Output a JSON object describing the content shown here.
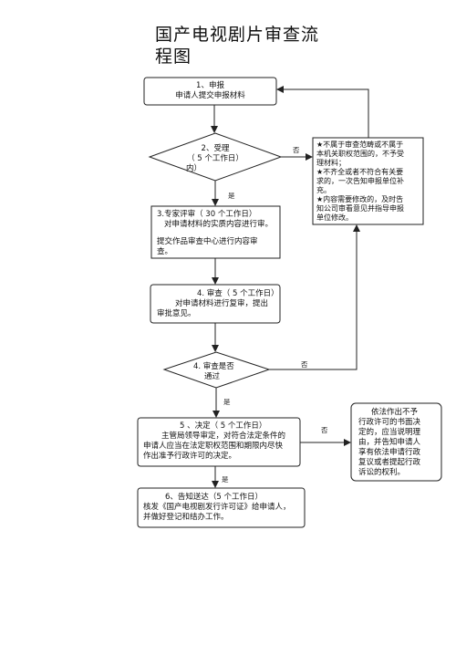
{
  "title": "国产电视剧片审查流程图",
  "steps": {
    "s1": {
      "lines": [
        "1、申报",
        "申请人提交申报材料"
      ]
    },
    "s2": {
      "lines": [
        "2、受理",
        "（ 5 个工作日）",
        "内）"
      ]
    },
    "s3": {
      "lines": [
        "3.专家评审（ 30 个工作日）",
        "对申请材料的实质内容进行审。",
        "",
        "提交作品审查中心进行内容审",
        "查。"
      ]
    },
    "s4": {
      "lines": [
        "4. 审查（ 5 个工作日）",
        "对申请材料进行复审，提出",
        "审批意见。"
      ]
    },
    "s5": {
      "lines": [
        "4. 审查是否",
        "通过"
      ]
    },
    "s6": {
      "lines": [
        "5 、决定（ 5 个工作日）",
        "主管局领导审定，对符合法定条件的",
        "申请人应当在法定职权范围和期限内尽快",
        "作出准予行政许可的决定。"
      ]
    },
    "s7": {
      "lines": [
        "6、告知送达（5 个工作日）",
        "核发《国产电视剧发行许可证》给申请人，",
        "并做好登记和结办工作。"
      ]
    },
    "reject": {
      "lines": [
        "依法作出不予",
        "行政许可的书面决",
        "定的，应当说明理",
        "由，并告知申请人",
        "享有依法申请行政",
        "复议或者提起行政",
        "诉讼的权利。"
      ]
    },
    "notice": {
      "lines": [
        "★不属于审查范畴或不属于",
        "本机关职权范围的，不予受",
        "理材料；",
        "★不齐全或者不符合有关要",
        "求的，一次告知申报单位补",
        "充。",
        "★内容需要修改的，及时告",
        "知公司审看意见并指导申报",
        "单位修改。"
      ]
    }
  },
  "edge_labels": {
    "no1": "否",
    "yes1": "是",
    "no2": "否",
    "yes2": "是",
    "no3": "否",
    "yes3": "是"
  }
}
